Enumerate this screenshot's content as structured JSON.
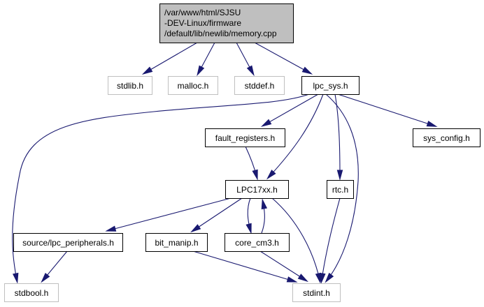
{
  "diagram": {
    "type": "include-dependency-graph",
    "colors": {
      "edge": "#191970",
      "root_fill": "#bfbfbf",
      "node_fill": "#ffffff",
      "node_border": "#000000",
      "external_border": "#bfbfbf"
    },
    "nodes": [
      {
        "id": "memory_cpp",
        "lines": [
          "/var/www/html/SJSU",
          "-DEV-Linux/firmware",
          "/default/lib/newlib/memory.cpp"
        ],
        "kind": "root"
      },
      {
        "id": "stdlib_h",
        "lines": [
          "stdlib.h"
        ],
        "kind": "external"
      },
      {
        "id": "malloc_h",
        "lines": [
          "malloc.h"
        ],
        "kind": "external"
      },
      {
        "id": "stddef_h",
        "lines": [
          "stddef.h"
        ],
        "kind": "external"
      },
      {
        "id": "lpc_sys_h",
        "lines": [
          "lpc_sys.h"
        ],
        "kind": "file"
      },
      {
        "id": "fault_registers_h",
        "lines": [
          "fault_registers.h"
        ],
        "kind": "file"
      },
      {
        "id": "sys_config_h",
        "lines": [
          "sys_config.h"
        ],
        "kind": "file"
      },
      {
        "id": "lpc17xx_h",
        "lines": [
          "LPC17xx.h"
        ],
        "kind": "file"
      },
      {
        "id": "rtc_h",
        "lines": [
          "rtc.h"
        ],
        "kind": "file"
      },
      {
        "id": "lpc_peripherals_h",
        "lines": [
          "source/lpc_peripherals.h"
        ],
        "kind": "file"
      },
      {
        "id": "bit_manip_h",
        "lines": [
          "bit_manip.h"
        ],
        "kind": "file"
      },
      {
        "id": "core_cm3_h",
        "lines": [
          "core_cm3.h"
        ],
        "kind": "file"
      },
      {
        "id": "stdbool_h",
        "lines": [
          "stdbool.h"
        ],
        "kind": "external"
      },
      {
        "id": "stdint_h",
        "lines": [
          "stdint.h"
        ],
        "kind": "external"
      }
    ],
    "edges": [
      {
        "from": "memory_cpp",
        "to": "stdlib_h"
      },
      {
        "from": "memory_cpp",
        "to": "malloc_h"
      },
      {
        "from": "memory_cpp",
        "to": "stddef_h"
      },
      {
        "from": "memory_cpp",
        "to": "lpc_sys_h"
      },
      {
        "from": "lpc_sys_h",
        "to": "stdbool_h"
      },
      {
        "from": "lpc_sys_h",
        "to": "fault_registers_h"
      },
      {
        "from": "lpc_sys_h",
        "to": "lpc17xx_h"
      },
      {
        "from": "lpc_sys_h",
        "to": "rtc_h"
      },
      {
        "from": "lpc_sys_h",
        "to": "stdint_h"
      },
      {
        "from": "lpc_sys_h",
        "to": "sys_config_h"
      },
      {
        "from": "fault_registers_h",
        "to": "lpc17xx_h"
      },
      {
        "from": "lpc17xx_h",
        "to": "lpc_peripherals_h"
      },
      {
        "from": "lpc17xx_h",
        "to": "bit_manip_h"
      },
      {
        "from": "lpc17xx_h",
        "to": "core_cm3_h"
      },
      {
        "from": "lpc17xx_h",
        "to": "stdint_h"
      },
      {
        "from": "core_cm3_h",
        "to": "lpc17xx_h"
      },
      {
        "from": "core_cm3_h",
        "to": "stdint_h"
      },
      {
        "from": "rtc_h",
        "to": "stdint_h"
      },
      {
        "from": "lpc_peripherals_h",
        "to": "stdbool_h"
      },
      {
        "from": "bit_manip_h",
        "to": "stdint_h"
      }
    ]
  }
}
